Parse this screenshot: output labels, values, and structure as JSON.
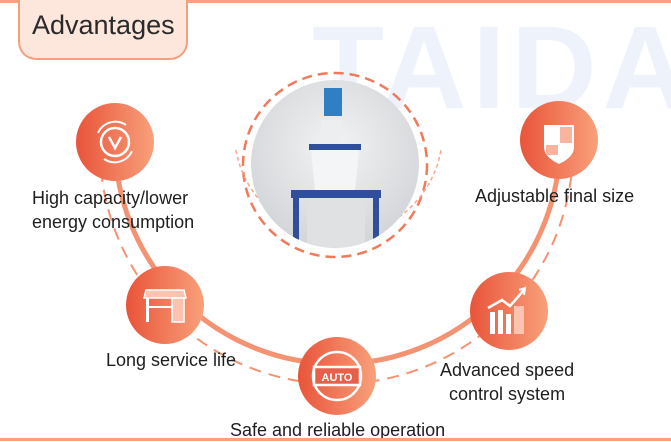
{
  "header": {
    "title": "Advantages",
    "watermark": "TAIDA"
  },
  "features": [
    {
      "icon": "speed-cycle-icon",
      "label_line1": "High capacity/lower",
      "label_line2": "energy consumption"
    },
    {
      "icon": "shield-icon",
      "label": "Adjustable final size"
    },
    {
      "icon": "workbench-icon",
      "label": "Long service life"
    },
    {
      "icon": "auto-icon",
      "label": "Safe and reliable operation",
      "badge": "AUTO"
    },
    {
      "icon": "growth-chart-icon",
      "label_line1": "Advanced speed",
      "label_line2": "control system"
    }
  ],
  "colors": {
    "accent": "#ee6a47",
    "light": "#fde6dc"
  }
}
